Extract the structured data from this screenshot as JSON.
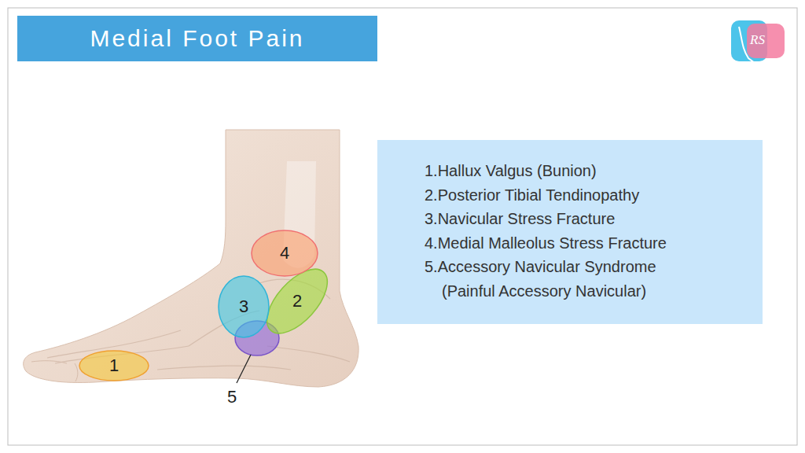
{
  "diagram": {
    "title": "Medial Foot Pain",
    "nodes": [
      {
        "text": [
          "1"
        ]
      },
      {
        "text": [
          "2"
        ]
      },
      {
        "text": [
          "3"
        ]
      },
      {
        "text": [
          "4"
        ]
      },
      {
        "text": [
          "1.Hallux Valgus (Bunion)",
          "2.Posterior Tibial Tendinopathy",
          "3.Navicular Stress Fracture",
          "4.Medial Malleolus Stress Fracture",
          "5.Accessory Navicular Syndrome (Painful Accessory Navicular)"
        ]
      }
    ],
    "labels": [
      "5",
      "RS"
    ]
  }
}
